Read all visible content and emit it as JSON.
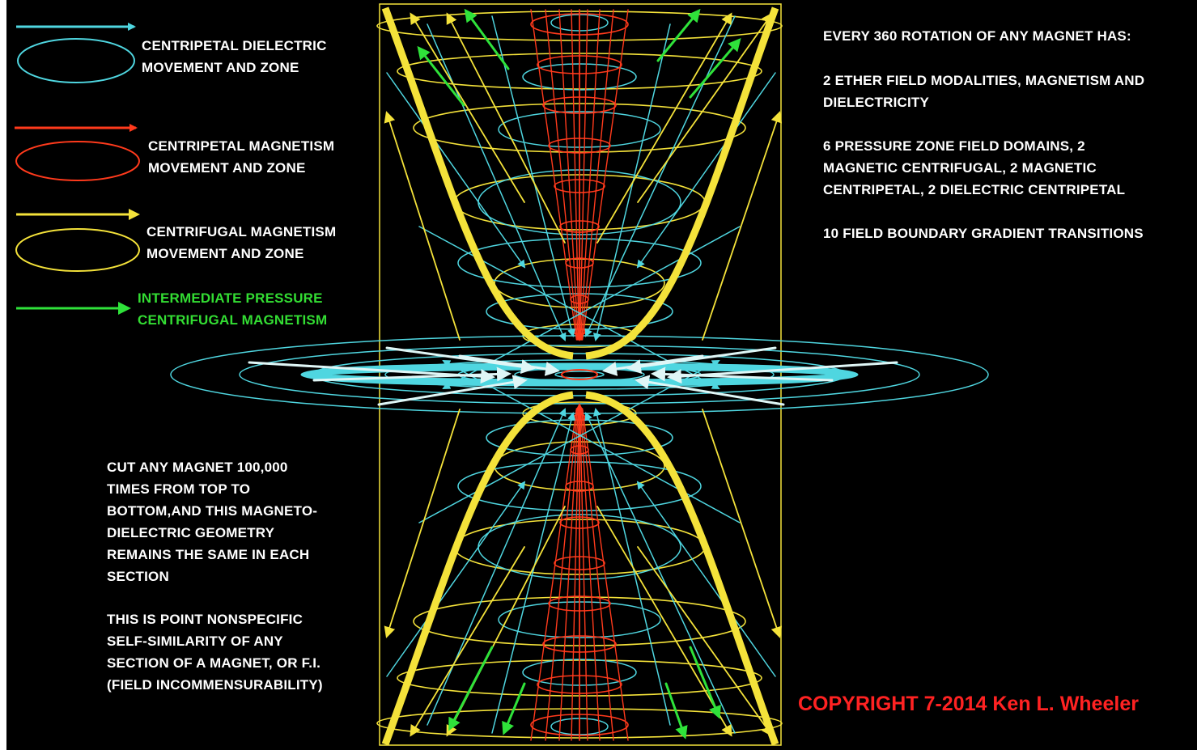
{
  "legend": [
    {
      "label": "CENTRIPETAL DIELECTRIC\nMOVEMENT AND ZONE",
      "color": "#4fd6e0"
    },
    {
      "label": "CENTRIPETAL MAGNETISM\nMOVEMENT AND ZONE",
      "color": "#ff3a1c"
    },
    {
      "label": "CENTRIFUGAL MAGNETISM\nMOVEMENT AND ZONE",
      "color": "#f4e23a"
    },
    {
      "label": "INTERMEDIATE PRESSURE\nCENTRIFUGAL MAGNETISM",
      "color": "#2fe23a"
    }
  ],
  "info": {
    "heading": "EVERY 360 ROTATION OF ANY MAGNET HAS:",
    "point1": "2 ETHER FIELD MODALITIES, MAGNETISM AND\nDIELECTRICITY",
    "point2": "6 PRESSURE ZONE FIELD DOMAINS, 2\nMAGNETIC CENTRIFUGAL, 2 MAGNETIC\nCENTRIPETAL, 2 DIELECTRIC CENTRIPETAL",
    "point3": "10 FIELD BOUNDARY GRADIENT TRANSITIONS"
  },
  "notes": {
    "cut": "CUT ANY MAGNET 100,000\nTIMES FROM TOP TO\nBOTTOM,AND THIS MAGNETO-\nDIELECTRIC GEOMETRY\nREMAINS THE SAME IN  EACH\nSECTION",
    "similarity": "THIS IS POINT NONSPECIFIC\nSELF-SIMILARITY OF ANY\nSECTION OF A MAGNET, OR F.I.\n(FIELD INCOMMENSURABILITY)"
  },
  "copyright": "COPYRIGHT 7-2014 Ken L. Wheeler",
  "colors": {
    "background": "#000000",
    "dielectric": "#4fd6e0",
    "magnetism_centripetal": "#ff3a1c",
    "magnetism_centrifugal": "#f4e23a",
    "intermediate": "#2fe23a",
    "copyright": "#ff2222"
  }
}
